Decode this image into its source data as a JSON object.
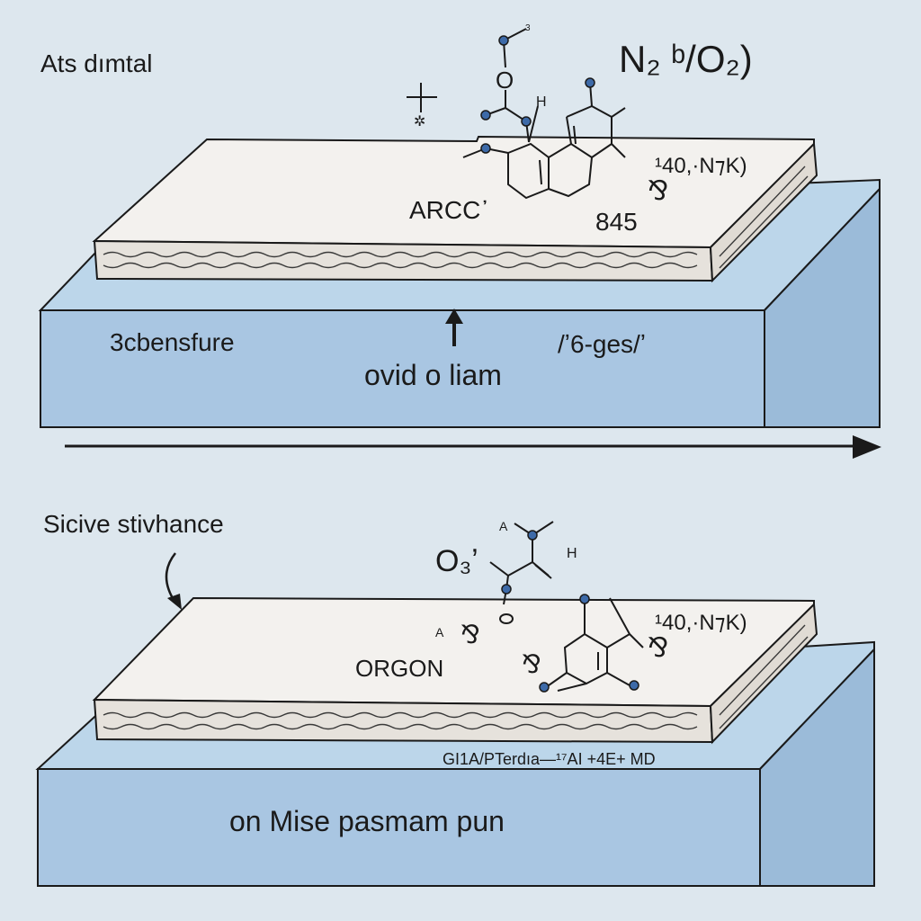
{
  "top_panel": {
    "title": "Ats dımtal",
    "formula": "N₂ ᵇ/O₂)",
    "molecule_label": "ARCC᾿",
    "number_label": "845",
    "side_formula": "¹40,·N⁊K)",
    "substrate_left": "3cbensfure",
    "substrate_center": "ovid o liam",
    "substrate_right": "/ʼ6-ges/ʼ",
    "molecule_h": "H",
    "molecule_o": "O",
    "corner_digit": "3"
  },
  "bottom_panel": {
    "title": "Sicive stivhance",
    "formula": "O₃ʼ",
    "molecule_label": "ORGON",
    "side_formula": "¹40,·N⁊K)",
    "edge_label": "GI1A/PTerdıa—¹⁷AI +4E+ MD",
    "substrate_center": "on Mise pasmam pun",
    "molecule_a": "A",
    "molecule_h": "H",
    "small_a": "A"
  },
  "colors": {
    "background": "#dde7ee",
    "substrate_top": "#bcd6ea",
    "substrate_front": "#a9c6e2",
    "slab_top": "#f3f1ee",
    "slab_edge": "#e6e2dc",
    "ink": "#1a1a1a",
    "atom": "#3d6aa8"
  }
}
